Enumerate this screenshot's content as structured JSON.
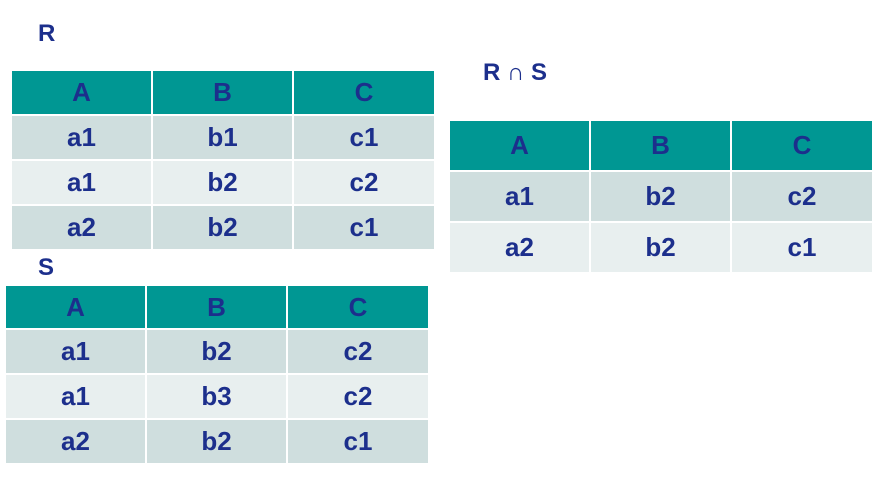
{
  "relations": {
    "r": {
      "title": "R",
      "headers": [
        "A",
        "B",
        "C"
      ],
      "rows": [
        [
          "a1",
          "b1",
          "c1"
        ],
        [
          "a1",
          "b2",
          "c2"
        ],
        [
          "a2",
          "b2",
          "c1"
        ]
      ]
    },
    "s": {
      "title": "S",
      "headers": [
        "A",
        "B",
        "C"
      ],
      "rows": [
        [
          "a1",
          "b2",
          "c2"
        ],
        [
          "a1",
          "b3",
          "c2"
        ],
        [
          "a2",
          "b2",
          "c1"
        ]
      ]
    },
    "intersection": {
      "title": "R ∩ S",
      "headers": [
        "A",
        "B",
        "C"
      ],
      "rows": [
        [
          "a1",
          "b2",
          "c2"
        ],
        [
          "a2",
          "b2",
          "c1"
        ]
      ]
    }
  },
  "colors": {
    "header_bg": "#009793",
    "row_dark": "#cfdede",
    "row_light": "#e8efef",
    "text": "#1c2f8c"
  }
}
